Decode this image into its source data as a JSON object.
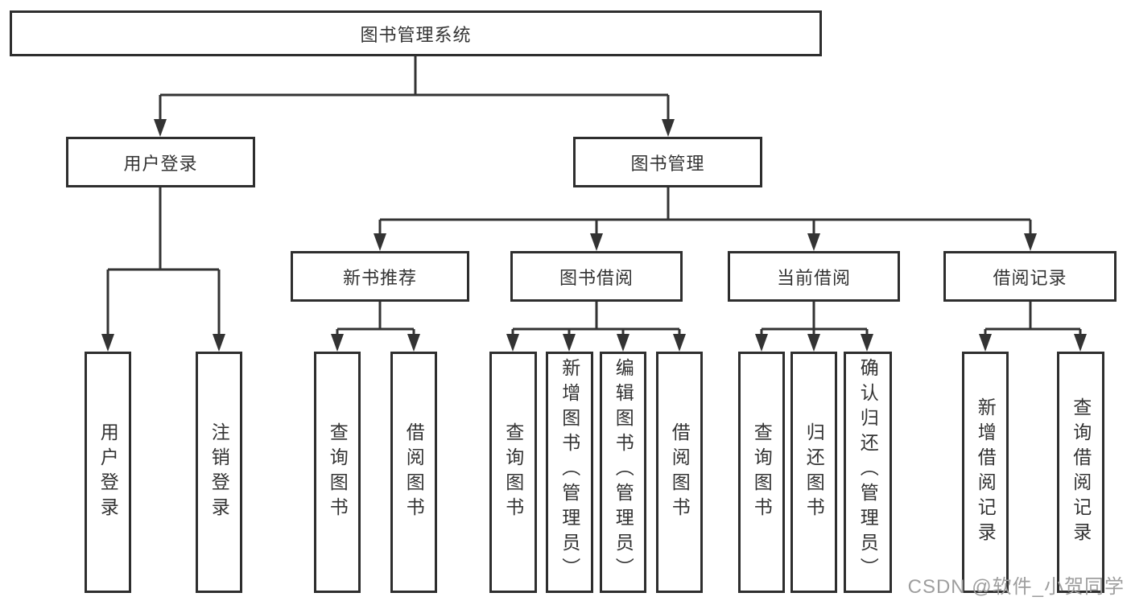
{
  "diagram": {
    "root": {
      "label": "图书管理系统",
      "children": [
        {
          "label": "用户登录",
          "children": [
            {
              "label": "用户登录"
            },
            {
              "label": "注销登录"
            }
          ]
        },
        {
          "label": "图书管理",
          "children": [
            {
              "label": "新书推荐",
              "children": [
                {
                  "label": "查询图书"
                },
                {
                  "label": "借阅图书"
                }
              ]
            },
            {
              "label": "图书借阅",
              "children": [
                {
                  "label": "查询图书"
                },
                {
                  "label": "新增图书（管理员）"
                },
                {
                  "label": "编辑图书（管理员）"
                },
                {
                  "label": "借阅图书"
                }
              ]
            },
            {
              "label": "当前借阅",
              "children": [
                {
                  "label": "查询图书"
                },
                {
                  "label": "归还图书"
                },
                {
                  "label": "确认归还（管理员）"
                }
              ]
            },
            {
              "label": "借阅记录",
              "children": [
                {
                  "label": "新增借阅记录"
                },
                {
                  "label": "查询借阅记录"
                }
              ]
            }
          ]
        }
      ]
    }
  },
  "watermark": {
    "text": "CSDN @软件_小贺同学",
    "color": "#9e9e9e"
  },
  "colors": {
    "line": "#333333",
    "box_border": "#2e2e2e",
    "box_fill": "#ffffff",
    "text": "#333333",
    "background": "#ffffff"
  }
}
